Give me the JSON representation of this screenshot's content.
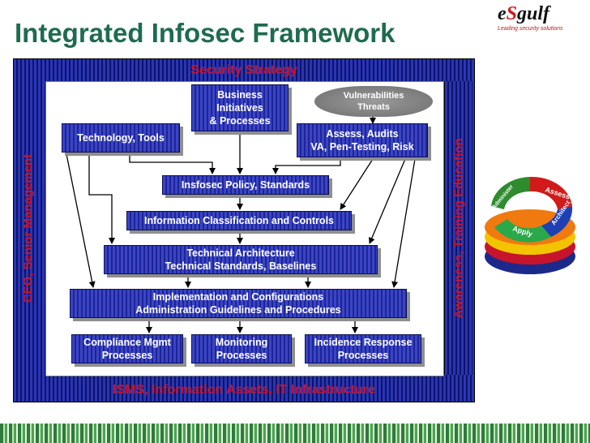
{
  "title": "Integrated Infosec Framework",
  "logo": {
    "prefix": "e",
    "middle": "S",
    "suffix": "gulf",
    "tagline": "Leading security solutions"
  },
  "bands": {
    "top": "Security Strategy",
    "bottom": "ISMS, Information Assets, IT Infrastructure",
    "left": "CEO, Senior Management",
    "right": "Awareness, Training Education"
  },
  "cloud": {
    "line1": "Vulnerabilities",
    "line2": "Threats"
  },
  "boxes": {
    "business": {
      "line1": "Business",
      "line2": "Initiatives",
      "line3": "& Processes"
    },
    "technology": {
      "line1": "Technology, Tools"
    },
    "assess": {
      "line1": "Assess,  Audits",
      "line2": "VA, Pen-Testing, Risk"
    },
    "policy": {
      "line1": "Insfosec Policy, Standards"
    },
    "classification": {
      "line1": "Information Classification and Controls"
    },
    "architecture": {
      "line1": "Technical Architecture",
      "line2": "Technical Standards, Baselines"
    },
    "implementation": {
      "line1": "Implementation and Configurations",
      "line2": "Administration Guidelines and Procedures"
    },
    "compliance": {
      "line1": "Compliance Mgmt",
      "line2": "Processes"
    },
    "monitoring": {
      "line1": "Monitoring",
      "line2": "Processes"
    },
    "incident": {
      "line1": "Incidence Response",
      "line2": "Processes"
    }
  },
  "cycle": {
    "assess": "Assess",
    "architect": "Architect",
    "apply": "Apply",
    "administer": "Administer"
  },
  "colors": {
    "title": "#1f6b50",
    "box": "#2a35b5",
    "band_text": "#c8142a",
    "cloud": "#8a8a8a"
  }
}
